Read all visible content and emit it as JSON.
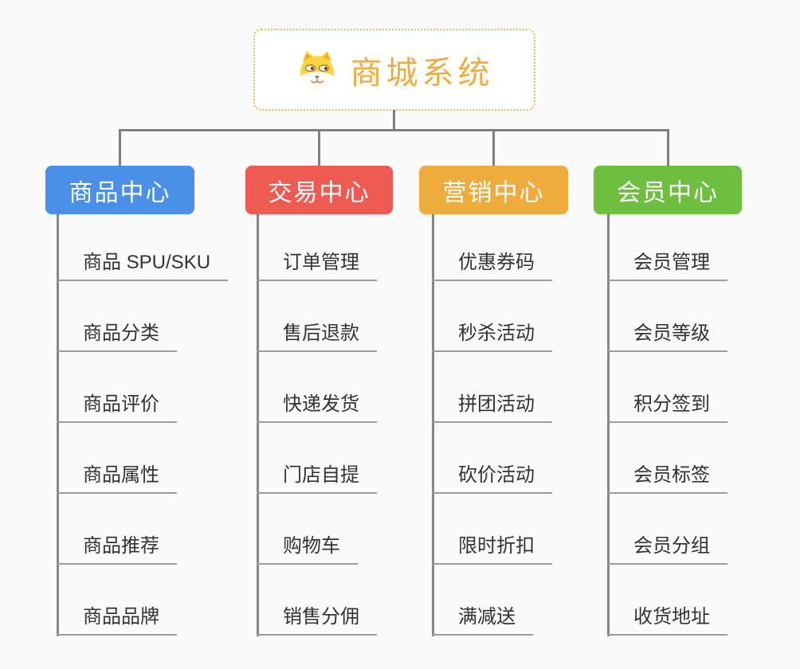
{
  "root": {
    "title": "商城系统",
    "icon": "dog-face-icon",
    "title_color": "#f0ac3e",
    "border_color": "#f3ba5e"
  },
  "connector_color": "#7f7f7f",
  "branches": [
    {
      "label": "商品中心",
      "color": "#4a8fe8",
      "items": [
        "商品 SPU/SKU",
        "商品分类",
        "商品评价",
        "商品属性",
        "商品推荐",
        "商品品牌"
      ]
    },
    {
      "label": "交易中心",
      "color": "#ef5b52",
      "items": [
        "订单管理",
        "售后退款",
        "快递发货",
        "门店自提",
        "购物车",
        "销售分佣"
      ]
    },
    {
      "label": "营销中心",
      "color": "#efac3d",
      "items": [
        "优惠券码",
        "秒杀活动",
        "拼团活动",
        "砍价活动",
        "限时折扣",
        "满减送"
      ]
    },
    {
      "label": "会员中心",
      "color": "#6ebe3f",
      "items": [
        "会员管理",
        "会员等级",
        "积分签到",
        "会员标签",
        "会员分组",
        "收货地址"
      ]
    }
  ]
}
